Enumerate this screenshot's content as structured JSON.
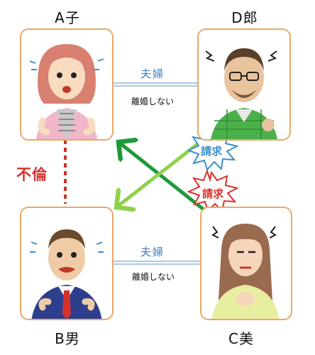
{
  "people": {
    "a": {
      "name": "A子"
    },
    "d": {
      "name": "D郎"
    },
    "b": {
      "name": "B男"
    },
    "c": {
      "name": "C美"
    }
  },
  "relations": {
    "top": {
      "label": "夫婦",
      "note": "離婚しない"
    },
    "bottom": {
      "label": "夫婦",
      "note": "離婚しない"
    },
    "affair": {
      "label": "不倫"
    }
  },
  "claims": {
    "blue": {
      "label": "請求",
      "color": "#3a8fd0"
    },
    "red": {
      "label": "請求",
      "color": "#d8312c"
    }
  },
  "colors": {
    "card_border": "#e8a868",
    "arrow_dark": "#1f9a3a",
    "arrow_light": "#8fd14f",
    "affair_line": "#c0392b",
    "marriage_line": "#8db5e0"
  }
}
